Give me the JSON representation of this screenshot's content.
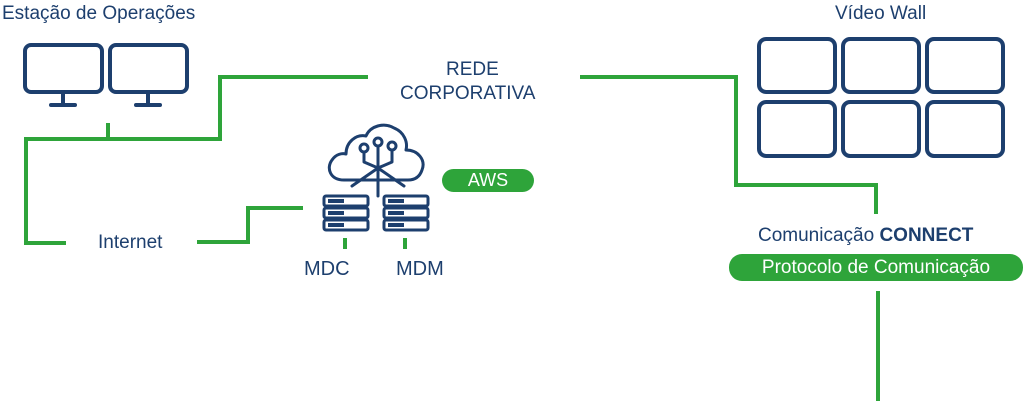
{
  "labels": {
    "estacao": "Estação de Operações",
    "video_wall": "Vídeo Wall",
    "rede_line1": "REDE",
    "rede_line2": "CORPORATIVA",
    "internet": "Internet",
    "mdc": "MDC",
    "mdm": "MDM",
    "comunicacao_prefix": "Comunicação",
    "comunicacao_brand": "CONNECT"
  },
  "badges": {
    "aws": "AWS",
    "protocolo": "Protocolo de Comunicação"
  },
  "colors": {
    "navy": "#1d3f6e",
    "green": "#2ea43a",
    "white": "#ffffff"
  },
  "icons": [
    "monitor-icon",
    "cloud-network-icon",
    "server-stack-icon",
    "video-wall-icon"
  ]
}
